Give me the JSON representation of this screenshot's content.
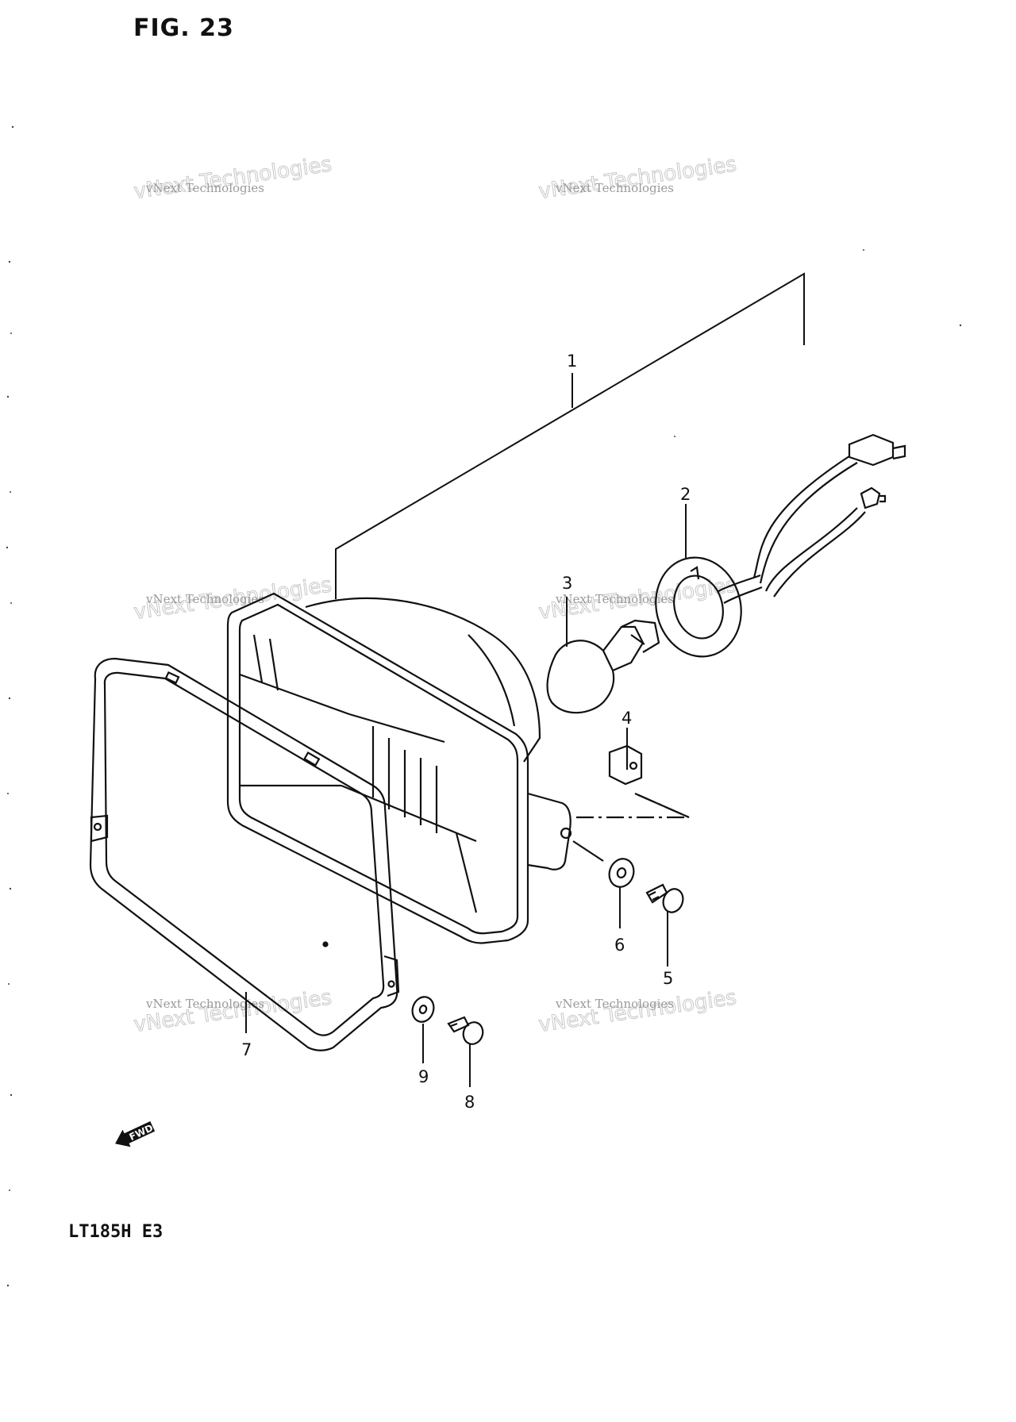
{
  "figure": {
    "title": "FIG. 23",
    "model": "LT185H  E3",
    "fwd_label": "FWD"
  },
  "watermark": {
    "line1": "vNext Technologies",
    "line2": "vNext Technologies"
  },
  "callouts": {
    "c1": "1",
    "c2": "2",
    "c3": "3",
    "c4": "4",
    "c5": "5",
    "c6": "6",
    "c7": "7",
    "c8": "8",
    "c9": "9"
  }
}
